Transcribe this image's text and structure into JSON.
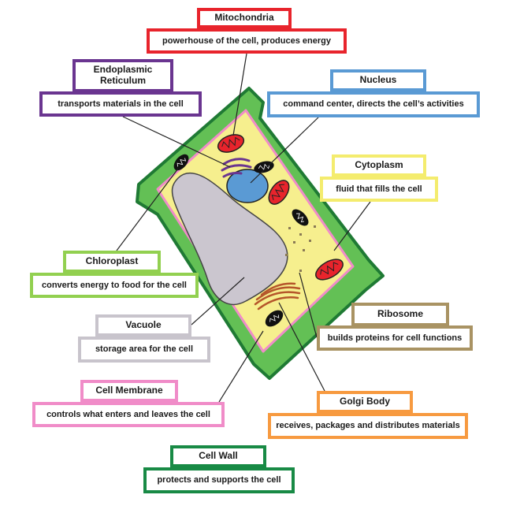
{
  "labels": {
    "mitochondria": {
      "title": "Mitochondria",
      "desc": "powerhouse of the cell, produces energy"
    },
    "er": {
      "title": "Endoplasmic Reticulum",
      "desc": "transports materials in the cell"
    },
    "nucleus": {
      "title": "Nucleus",
      "desc": "command center, directs the cell’s activities"
    },
    "cytoplasm": {
      "title": "Cytoplasm",
      "desc": "fluid that fills the cell"
    },
    "chloroplast": {
      "title": "Chloroplast",
      "desc": "converts energy to food for the cell"
    },
    "vacuole": {
      "title": "Vacuole",
      "desc": "storage area for the cell"
    },
    "ribosome": {
      "title": "Ribosome",
      "desc": "builds proteins for cell functions"
    },
    "membrane": {
      "title": "Cell Membrane",
      "desc": "controls what enters and leaves the cell"
    },
    "golgi": {
      "title": "Golgi Body",
      "desc": "receives, packages and distributes materials"
    },
    "wall": {
      "title": "Cell Wall",
      "desc": "protects and supports the cell"
    }
  },
  "colors": {
    "mitochondria": "#e8242c",
    "er": "#6a3590",
    "nucleus": "#5a9ad4",
    "cytoplasm": "#f4ec6e",
    "chloroplast": "#92d050",
    "vacuole": "#c8c4cc",
    "ribosome": "#a99363",
    "membrane": "#f08cc8",
    "golgi": "#f79a40",
    "wall": "#188a45"
  }
}
